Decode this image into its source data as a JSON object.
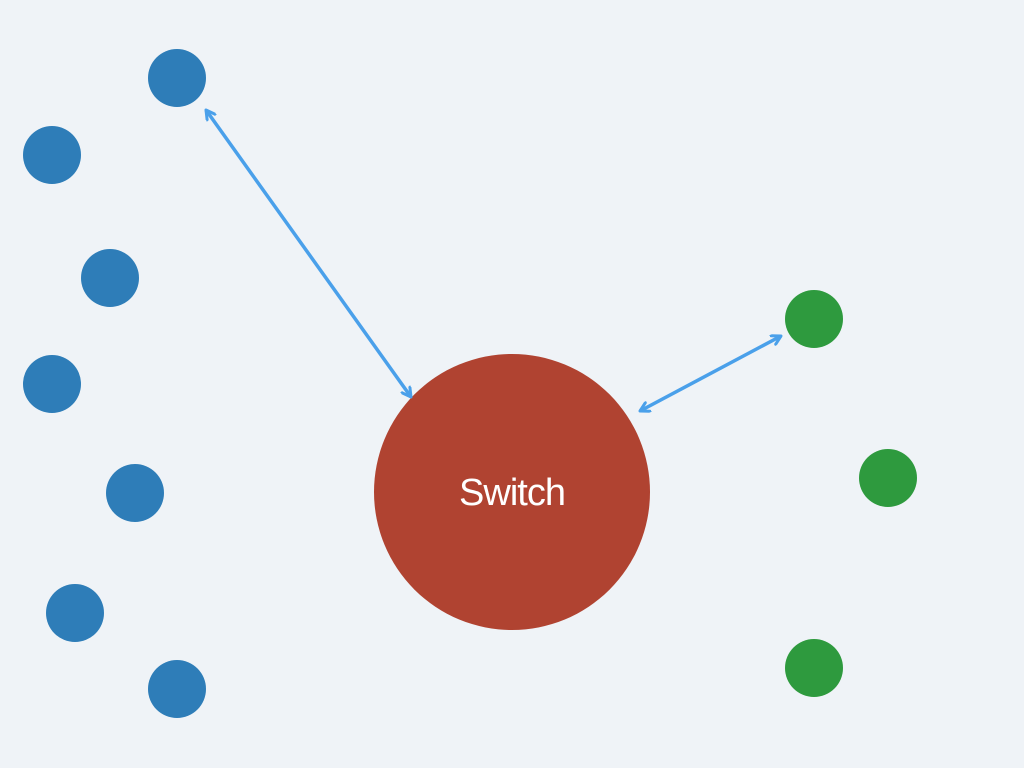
{
  "diagram": {
    "switch": {
      "label": "Switch",
      "color": "#b04331"
    },
    "left_nodes": {
      "count": 7,
      "color": "#2e7db8"
    },
    "right_nodes": {
      "count": 3,
      "color": "#2e9a3e"
    },
    "links": {
      "color": "#4aa0ea",
      "style": "double-arrow"
    }
  }
}
